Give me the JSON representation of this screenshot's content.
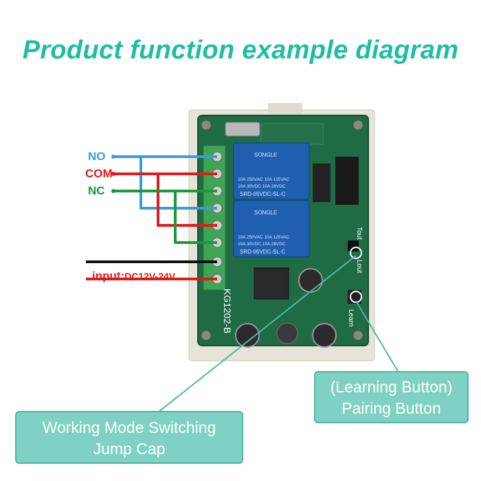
{
  "title": "Product function example diagram",
  "wires": {
    "no_label": "NO",
    "com_label": "COM",
    "nc_label": "NC",
    "input_label": "input:",
    "input_voltage": "DC12V-24V"
  },
  "board": {
    "model": "KG1202-B",
    "relay_brand": "SONGLE",
    "relay_rating_1": "10A 250VAC  10A 125VAC",
    "relay_rating_2": "10A  30VDC  10A  28VDC",
    "relay_model": "SRD-05VDC-SL-C",
    "pin_tout": "Tout",
    "pin_lout": "Lout",
    "pin_learn": "Learn"
  },
  "callouts": {
    "learning_line1": "(Learning Button)",
    "learning_line2": "Pairing Button",
    "mode_line1": "Working Mode Switching",
    "mode_line2": "Jump Cap"
  },
  "colors": {
    "title": "#1cbfa3",
    "no_wire": "#3b9be0",
    "com_wire": "#e01b1b",
    "nc_wire": "#1a9a3a",
    "callout_bg": "#7ed1c3",
    "pcb": "#1f6b45",
    "terminal": "#3fa556",
    "relay": "#1f5fb0"
  }
}
